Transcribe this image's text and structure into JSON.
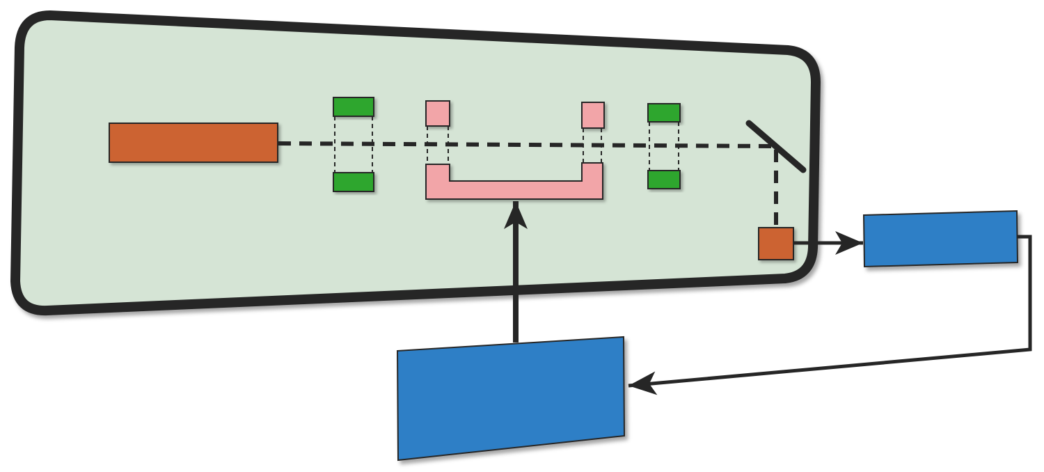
{
  "colors": {
    "background": "#ffffff",
    "enclosure_fill": "#d5e4d5",
    "enclosure_stroke": "#262626",
    "source_orange": "#cc6331",
    "optic_green": "#2ea62e",
    "trap_pink": "#f2a5a8",
    "controller_blue": "#2f7fc6",
    "beam_black": "#262626",
    "mirror_black": "#262626",
    "detector_orange": "#cc6331"
  },
  "components": {
    "source": "orange-bar",
    "lens_pairs": 2,
    "trap": "pink-u-electrode",
    "mirror": "diagonal-mirror",
    "detector": "orange-square",
    "controllers": 2
  }
}
